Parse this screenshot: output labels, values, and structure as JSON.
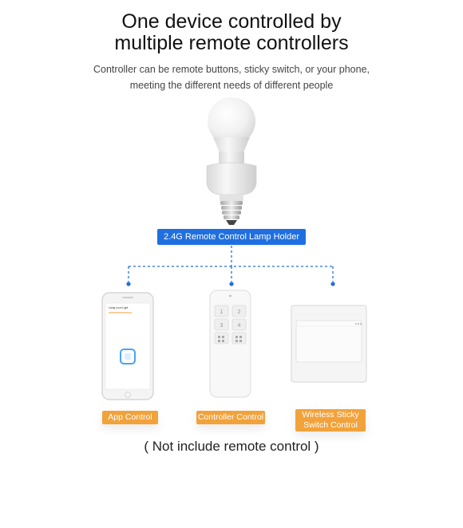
{
  "heading": {
    "line1": "One device controlled by",
    "line2": "multiple remote controllers"
  },
  "subheading": {
    "line1": "Controller can be remote buttons, sticky switch, or your phone,",
    "line2": "meeting the different needs of different people"
  },
  "holder_label": "2.4G Remote Control Lamp Holder",
  "devices": [
    {
      "label": "App Control"
    },
    {
      "label": "Controller Control"
    },
    {
      "label_line1": "Wireless Sticky",
      "label_line2": "Switch Control"
    }
  ],
  "phone_screen": {
    "title": "Living room Light"
  },
  "remote_keys": [
    "1",
    "2",
    "3",
    "4"
  ],
  "note": "( Not include remote control )",
  "colors": {
    "accent_blue": "#1f6fe0",
    "accent_orange": "#f2a23a"
  }
}
